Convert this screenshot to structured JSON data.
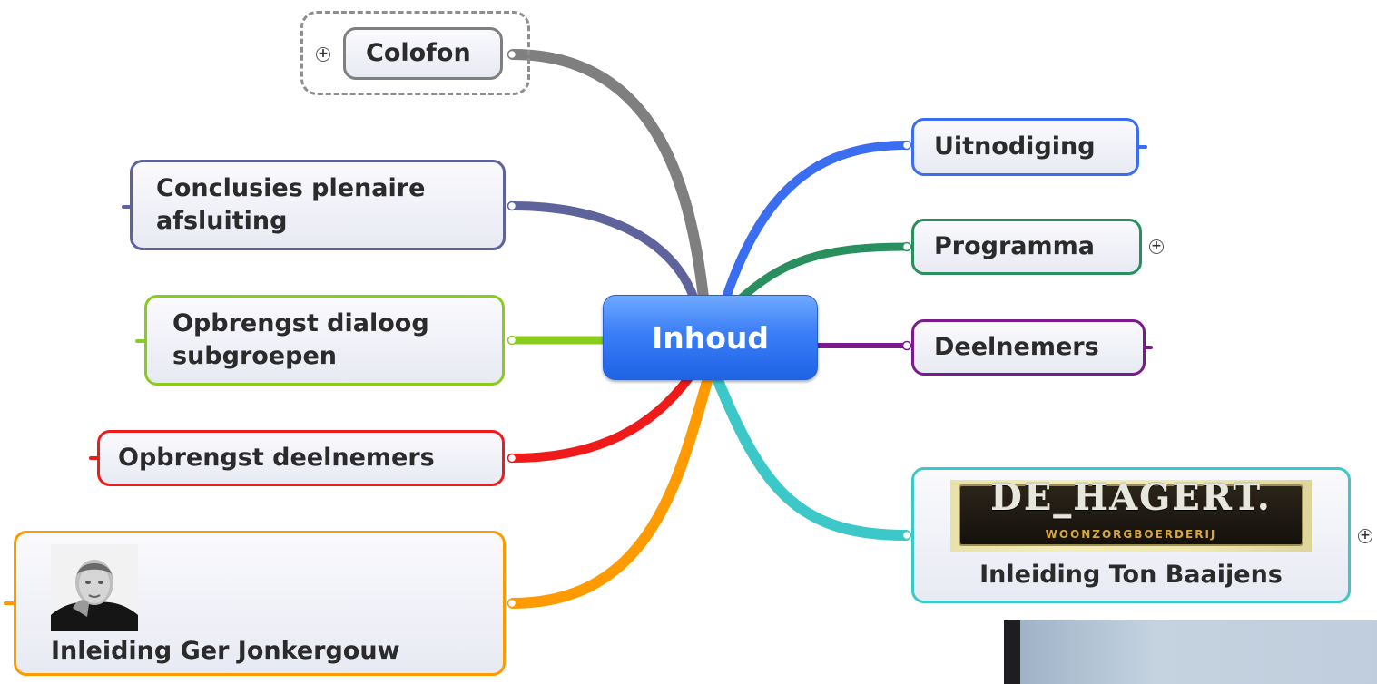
{
  "central": {
    "label": "Inhoud",
    "color": "#3a7ef7"
  },
  "topics": {
    "colofon": {
      "label": "Colofon",
      "color": "#808080",
      "collapsed": true
    },
    "conclusies": {
      "label": "Conclusies plenaire afsluiting",
      "color": "#5e639c"
    },
    "opbrengst_dialoog": {
      "label": "Opbrengst dialoog subgroepen",
      "color": "#8acc1e"
    },
    "opbrengst_deelnemers": {
      "label": "Opbrengst deelnemers",
      "color": "#ef1a1a"
    },
    "ger": {
      "label": "Inleiding Ger Jonkergouw",
      "color": "#ff9a00",
      "image": "portrait-photo"
    },
    "uitnodiging": {
      "label": "Uitnodiging",
      "color": "#3a6df0"
    },
    "programma": {
      "label": "Programma",
      "color": "#2a8f5e",
      "collapsed": true
    },
    "deelnemers": {
      "label": "Deelnemers",
      "color": "#7a1a8c"
    },
    "ton": {
      "label": "Inleiding Ton Baaijens",
      "color": "#3cc8c8",
      "collapsed": true,
      "logo_text": "DE_HAGERT.",
      "logo_subtext": "WOONZORGBOERDERIJ"
    }
  },
  "icons": {
    "expand": "+"
  }
}
